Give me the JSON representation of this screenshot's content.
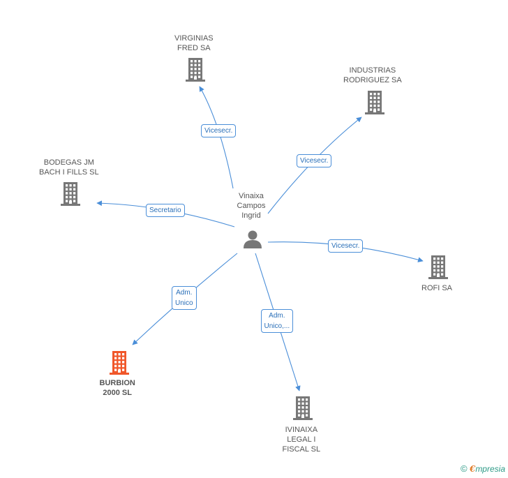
{
  "center": {
    "name_lines": [
      "Vinaixa",
      "Campos",
      "Ingrid"
    ]
  },
  "companies": [
    {
      "id": "virginias",
      "lines": [
        "VIRGINIAS",
        "FRED SA"
      ],
      "highlight": false
    },
    {
      "id": "industrias",
      "lines": [
        "INDUSTRIAS",
        "RODRIGUEZ SA"
      ],
      "highlight": false
    },
    {
      "id": "bodegas",
      "lines": [
        "BODEGAS JM",
        "BACH I FILLS SL"
      ],
      "highlight": false
    },
    {
      "id": "rofi",
      "lines": [
        "ROFI SA"
      ],
      "highlight": false
    },
    {
      "id": "burbion",
      "lines": [
        "BURBION",
        "2000 SL"
      ],
      "highlight": true
    },
    {
      "id": "ivinaixa",
      "lines": [
        "IVINAIXA",
        "LEGAL I",
        "FISCAL  SL"
      ],
      "highlight": false
    }
  ],
  "relations": [
    {
      "to": "virginias",
      "lines": [
        "Vicesecr."
      ]
    },
    {
      "to": "industrias",
      "lines": [
        "Vicesecr."
      ]
    },
    {
      "to": "bodegas",
      "lines": [
        "Secretario"
      ]
    },
    {
      "to": "rofi",
      "lines": [
        "Vicesecr."
      ]
    },
    {
      "to": "burbion",
      "lines": [
        "Adm.",
        "Unico"
      ]
    },
    {
      "to": "ivinaixa",
      "lines": [
        "Adm.",
        "Unico,..."
      ]
    }
  ],
  "colors": {
    "edge": "#4a8ed8",
    "building": "#777777",
    "highlight": "#f0572a",
    "person": "#777777"
  },
  "footer": {
    "copyright_symbol": "©",
    "brand_initial": "€",
    "brand_rest": "mpresia"
  }
}
